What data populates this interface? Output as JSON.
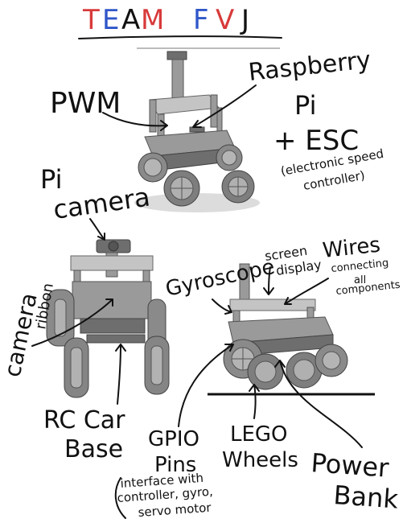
{
  "title": {
    "letters": [
      "T",
      "E",
      "A",
      "M",
      "F",
      "V",
      "J"
    ],
    "colors": {
      "red": "#d83a3a",
      "blue": "#2f56c9",
      "black": "#111111"
    }
  },
  "labels": {
    "pwm": "PWM",
    "raspberry": "Raspberry",
    "pi": "Pi",
    "plus_esc": "+ ESC",
    "esc_full_1": "(electronic speed",
    "esc_full_2": "controller)",
    "pi_camera_1": "Pi",
    "pi_camera_2": "camera",
    "camera_ribbon_1": "camera",
    "camera_ribbon_2": "ribbon",
    "gyroscope": "Gyroscope",
    "screen_1": "screen",
    "screen_2": "display",
    "wires": "Wires",
    "wires_sub_1": "connecting",
    "wires_sub_2": "all",
    "wires_sub_3": "components",
    "rc_car_1": "RC Car",
    "rc_car_2": "Base",
    "gpio_1": "GPIO",
    "gpio_2": "Pins",
    "gpio_sub_1": "interface with",
    "gpio_sub_2": "controller, gyro,",
    "gpio_sub_3": "servo motor",
    "lego_1": "LEGO",
    "lego_2": "Wheels",
    "power_1": "Power",
    "power_2": "Bank"
  }
}
